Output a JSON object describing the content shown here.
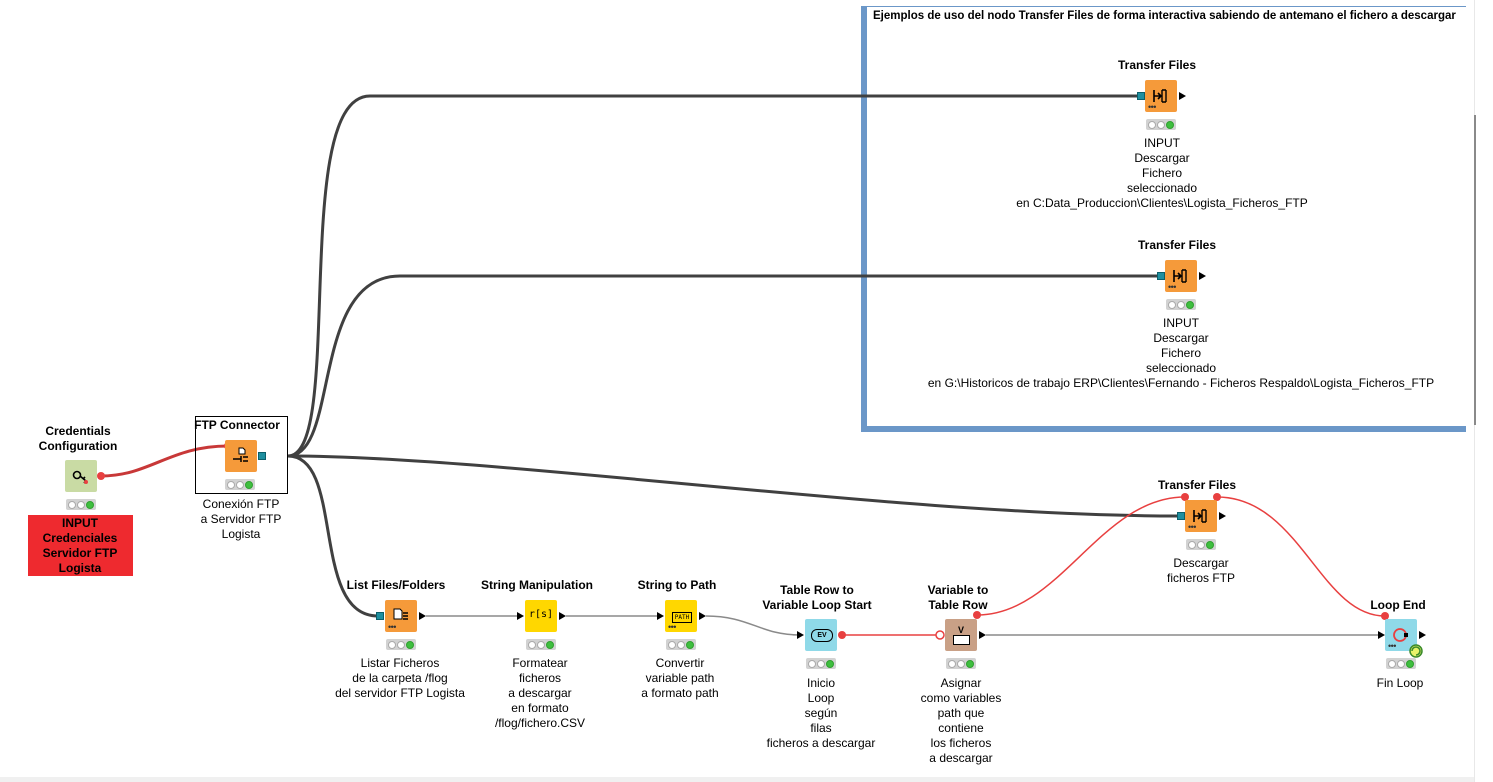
{
  "annotation": {
    "text": "Ejemplos de uso del nodo Transfer Files de forma interactiva sabiendo de antemano el fichero a descargar",
    "color": "#6b97c8"
  },
  "nodes": {
    "credentials": {
      "title": [
        "Credentials",
        "Configuration"
      ],
      "label": [
        "INPUT",
        "Credenciales",
        "Servidor FTP",
        "Logista"
      ],
      "color": "#c9dba4",
      "icon": "key-icon"
    },
    "ftp_connector": {
      "title": [
        "FTP Connector"
      ],
      "label": [
        "Conexión FTP",
        "a Servidor FTP",
        "Logista"
      ],
      "color": "#f59a3a",
      "icon": "connector-icon"
    },
    "transfer_files_1": {
      "title": [
        "Transfer Files"
      ],
      "label": [
        "INPUT",
        "Descargar",
        "Fichero",
        "seleccionado",
        "en C:Data_Produccion\\Clientes\\Logista_Ficheros_FTP"
      ],
      "color": "#f59a3a",
      "icon": "transfer-icon"
    },
    "transfer_files_2": {
      "title": [
        "Transfer Files"
      ],
      "label": [
        "INPUT",
        "Descargar",
        "Fichero",
        "seleccionado",
        "en G:\\Historicos de trabajo ERP\\Clientes\\Fernando - Ficheros Respaldo\\Logista_Ficheros_FTP"
      ],
      "color": "#f59a3a",
      "icon": "transfer-icon"
    },
    "transfer_files_3": {
      "title": [
        "Transfer Files"
      ],
      "label": [
        "Descargar",
        "ficheros FTP"
      ],
      "color": "#f59a3a",
      "icon": "transfer-icon"
    },
    "list_files": {
      "title": [
        "List Files/Folders"
      ],
      "label": [
        "Listar Ficheros",
        "de la carpeta /flog",
        "del servidor FTP Logista"
      ],
      "color": "#f59a3a",
      "icon": "folder-list-icon"
    },
    "string_manipulation": {
      "title": [
        "String Manipulation"
      ],
      "label": [
        "Formatear",
        "ficheros",
        "a descargar",
        "en formato",
        "/flog/fichero.CSV"
      ],
      "color": "#ffd700",
      "icon": "string-icon",
      "glyph": "r[s]"
    },
    "string_to_path": {
      "title": [
        "String to Path"
      ],
      "label": [
        "Convertir",
        "variable path",
        "a formato path"
      ],
      "color": "#ffd700",
      "icon": "path-icon",
      "glyph": "PATH"
    },
    "table_row_loop": {
      "title": [
        "Table Row to",
        "Variable Loop Start"
      ],
      "label": [
        "Inicio",
        "Loop",
        "según",
        "filas",
        "ficheros a descargar"
      ],
      "color": "#8fd9e8",
      "icon": "loop-start-icon",
      "glyph": "EV"
    },
    "variable_to_table": {
      "title": [
        "Variable to",
        "Table Row"
      ],
      "label": [
        "Asignar",
        "como variables",
        "path que",
        "contiene",
        "los ficheros",
        "a descargar"
      ],
      "color": "#c9a086",
      "icon": "variable-icon",
      "glyph": "V"
    },
    "loop_end": {
      "title": [
        "Loop End"
      ],
      "label": [
        "Fin Loop"
      ],
      "color": "#8fd9e8",
      "icon": "loop-end-icon"
    }
  },
  "colors": {
    "data_wire": "#404040",
    "flow_wire": "#e84040",
    "table_wire": "#8a8a8a",
    "status_ok": "#3fbf3f",
    "error_box": "#ee2a2f"
  }
}
